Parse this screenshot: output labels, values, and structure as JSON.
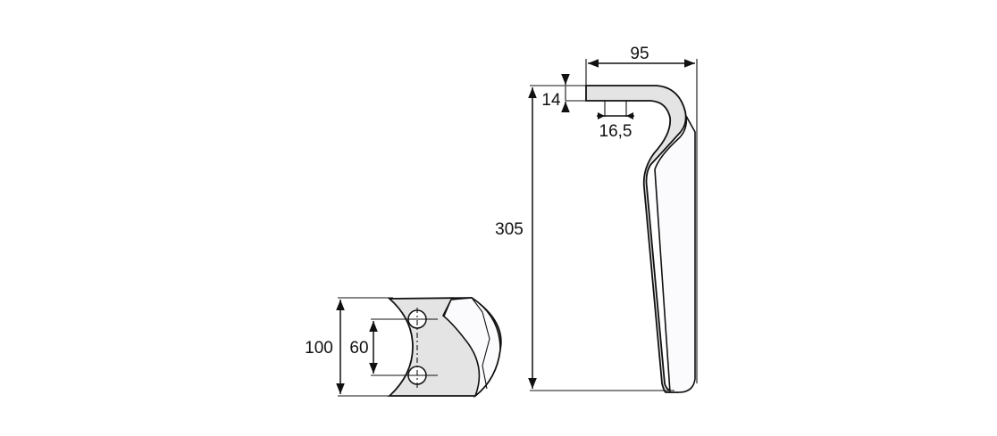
{
  "drawing": {
    "front_view": {
      "height_label": "100",
      "hole_spacing_label": "60"
    },
    "side_view": {
      "length_label": "305",
      "width_label": "95",
      "thickness_label": "14",
      "hole_diameter_label": "16,5"
    }
  },
  "colors": {
    "line": "#111111",
    "fill": "#e4e4e4",
    "face": "#fbfbfd"
  }
}
